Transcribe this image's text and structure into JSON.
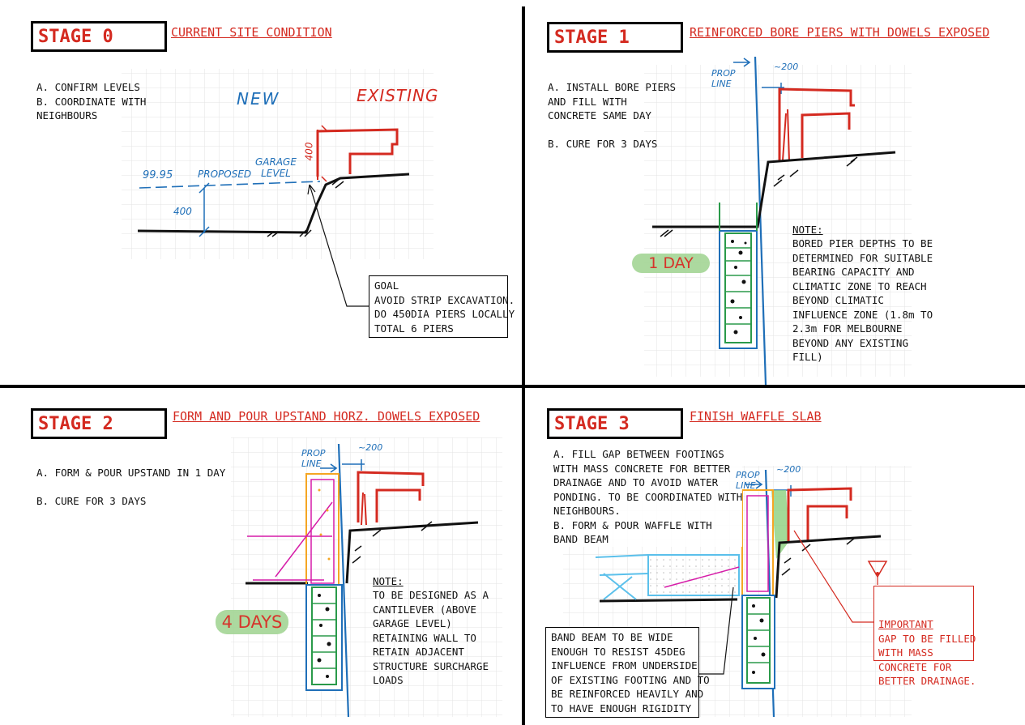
{
  "colors": {
    "red": "#d42a20",
    "blue": "#1f6fb8",
    "green": "#2a9a4a",
    "magenta": "#d61ca8",
    "orange": "#f5a623",
    "lightblue": "#5bc0eb",
    "grid": "#e6e6e6"
  },
  "stage0": {
    "label": "STAGE 0",
    "title": "CURRENT SITE CONDITION",
    "notes": "A. CONFIRM LEVELS\nB. COORDINATE WITH\nNEIGHBOURS",
    "new_label": "NEW",
    "existing_label": "EXISTING",
    "level": "99.95",
    "proposed": "PROPOSED",
    "garage_level": "GARAGE\nLEVEL",
    "dim_400a": "400",
    "dim_400b": "400",
    "goal": "GOAL\nAVOID STRIP EXCAVATION.\nDO 450DIA PIERS LOCALLY\nTOTAL 6 PIERS"
  },
  "stage1": {
    "label": "STAGE 1",
    "title": "REINFORCED BORE PIERS WITH DOWELS EXPOSED",
    "notes": "A. INSTALL BORE PIERS\nAND FILL WITH\nCONCRETE SAME DAY\n\nB. CURE FOR 3 DAYS",
    "prop_line": "PROP\nLINE",
    "dim_200": "~200",
    "badge": "1 DAY",
    "note_head": "NOTE:",
    "note_body": "BORED PIER DEPTHS TO BE\nDETERMINED FOR SUITABLE\nBEARING CAPACITY AND\nCLIMATIC ZONE TO REACH\nBEYOND CLIMATIC\nINFLUENCE ZONE (1.8m TO\n2.3m FOR MELBOURNE\nBEYOND ANY EXISTING\nFILL)"
  },
  "stage2": {
    "label": "STAGE 2",
    "title": "FORM AND POUR UPSTAND HORZ. DOWELS EXPOSED",
    "notes": "A. FORM & POUR UPSTAND IN 1 DAY\n\nB. CURE FOR 3 DAYS",
    "prop_line": "PROP\nLINE",
    "dim_200": "~200",
    "badge": "4 DAYS",
    "note_head": "NOTE:",
    "note_body": "TO BE DESIGNED AS A\nCANTILEVER (ABOVE\nGARAGE LEVEL)\nRETAINING WALL TO\nRETAIN ADJACENT\nSTRUCTURE SURCHARGE\nLOADS"
  },
  "stage3": {
    "label": "STAGE 3",
    "title": "FINISH WAFFLE SLAB",
    "notes": "A. FILL GAP BETWEEN FOOTINGS\nWITH MASS CONCRETE FOR BETTER\nDRAINAGE AND TO AVOID WATER\nPONDING. TO BE COORDINATED WITH\nNEIGHBOURS.\nB. FORM & POUR WAFFLE WITH\nBAND BEAM",
    "prop_line": "PROP\nLINE",
    "dim_200": "~200",
    "band_beam": "BAND BEAM TO BE WIDE\nENOUGH TO RESIST 45DEG\nINFLUENCE FROM UNDERSIDE\nOF EXISTING FOOTING AND TO\nBE REINFORCED HEAVILY AND\nTO HAVE ENOUGH RIGIDITY",
    "important_head": "IMPORTANT",
    "important_body": "GAP TO BE FILLED\nWITH MASS\nCONCRETE FOR\nBETTER DRAINAGE."
  }
}
